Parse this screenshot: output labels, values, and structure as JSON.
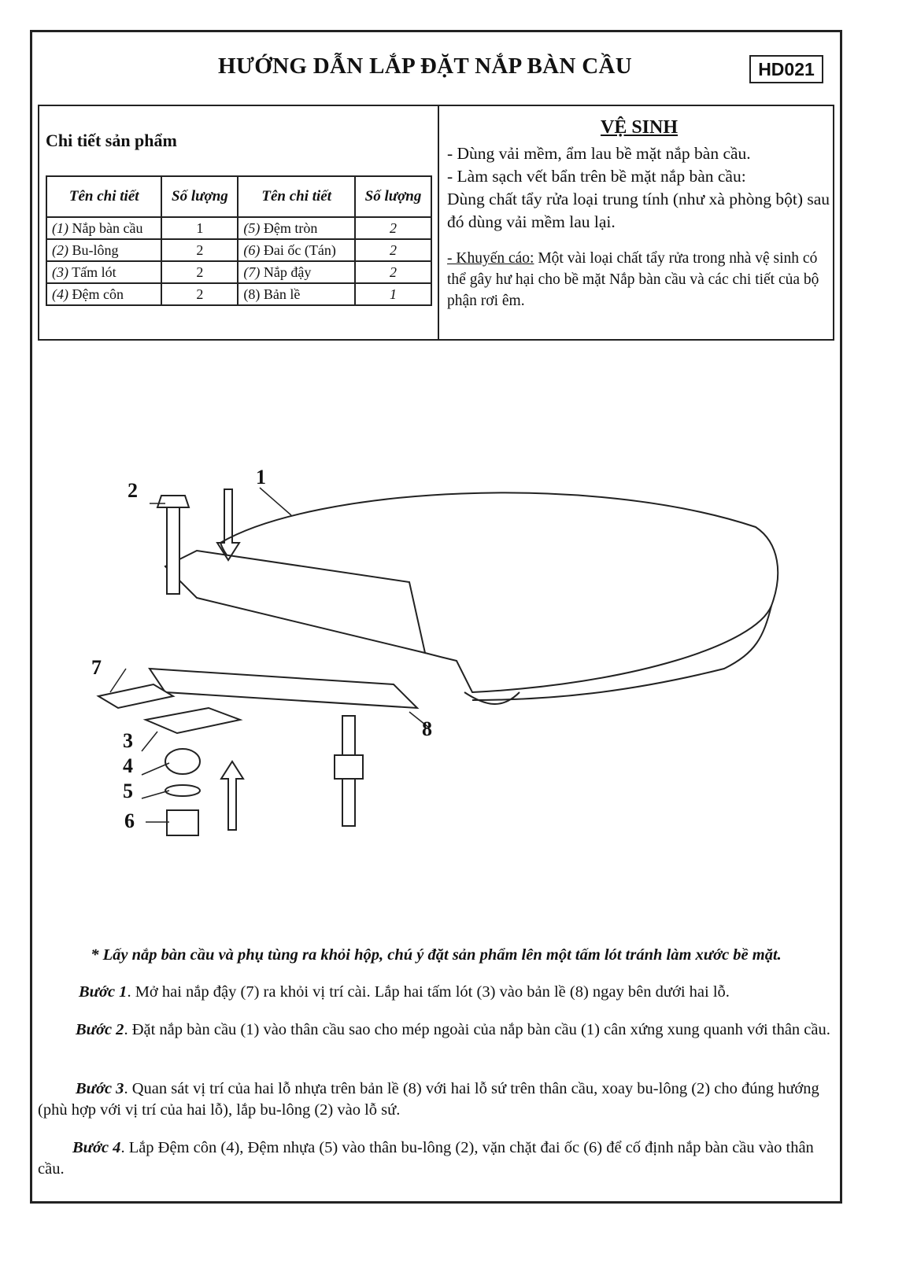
{
  "header": {
    "title": "HƯỚNG DẪN LẮP ĐẶT NẮP BÀN CẦU",
    "code": "HD021"
  },
  "details": {
    "title": "Chi tiết sản phẩm",
    "headers": [
      "Tên chi tiết",
      "Số lượng",
      "Tên chi tiết",
      "Số lượng"
    ],
    "rows": [
      {
        "n1": "(1)",
        "name1": " Nắp bàn cầu",
        "q1": "1",
        "n2": "(5)",
        "name2": " Đệm tròn",
        "q2": "2"
      },
      {
        "n1": "(2)",
        "name1": " Bu-lông",
        "q1": "2",
        "n2": "(6)",
        "name2": " Đai ốc (Tán)",
        "q2": "2"
      },
      {
        "n1": "(3)",
        "name1": " Tấm lót",
        "q1": "2",
        "n2": "(7)",
        "name2": " Nắp đậy",
        "q2": "2"
      },
      {
        "n1": "(4)",
        "name1": " Đệm côn",
        "q1": "2",
        "n2": "",
        "name2": "(8) Bản lề",
        "q2": "1"
      }
    ]
  },
  "cleaning": {
    "title": "VỆ SINH",
    "line1": "-  Dùng vải mềm, ẩm lau bề mặt nắp bàn cầu.",
    "line2": "-  Làm sạch vết bẩn trên bề mặt nắp bàn cầu:",
    "line3": "Dùng chất tẩy rửa loại trung tính (như xà phòng bột) sau đó dùng vải mềm lau lại.",
    "warn_label": "- Khuyến cáo:",
    "warn_text": " Một vài loại chất tẩy rửa trong nhà vệ sinh có thể gây hư hại cho bề mặt Nắp bàn cầu và các chi tiết của bộ phận rơi êm."
  },
  "diagram": {
    "labels": [
      "1",
      "2",
      "3",
      "4",
      "5",
      "6",
      "7",
      "8"
    ]
  },
  "instructions": {
    "note": "* Lấy nắp bàn cầu và phụ tùng ra khỏi hộp, chú ý đặt sản phẩm lên một tấm lót tránh làm xước bề mặt.",
    "steps": [
      {
        "label": "Bước 1",
        "text": ".  Mở hai nắp đậy (7) ra khỏi vị trí cài. Lắp hai tấm lót (3) vào bản lề (8) ngay bên dưới hai lỗ."
      },
      {
        "label": "Bước 2",
        "text": ".  Đặt nắp bàn cầu (1) vào thân cầu sao cho mép ngoài của nắp bàn cầu (1) cân xứng xung quanh với thân cầu."
      },
      {
        "label": "Bước 3",
        "text": ".  Quan sát vị trí của hai lỗ nhựa trên bản lề (8) với hai lỗ sứ trên thân cầu, xoay bu-lông (2) cho đúng hướng (phù hợp với vị trí của hai lỗ), lắp bu-lông (2) vào lỗ sứ."
      },
      {
        "label": "Bước 4",
        "text": ".   Lắp Đệm côn (4),  Đệm nhựa (5)  vào thân bu-lông (2), vặn chặt đai ốc (6) để cố định nắp bàn cầu vào thân cầu."
      }
    ]
  }
}
